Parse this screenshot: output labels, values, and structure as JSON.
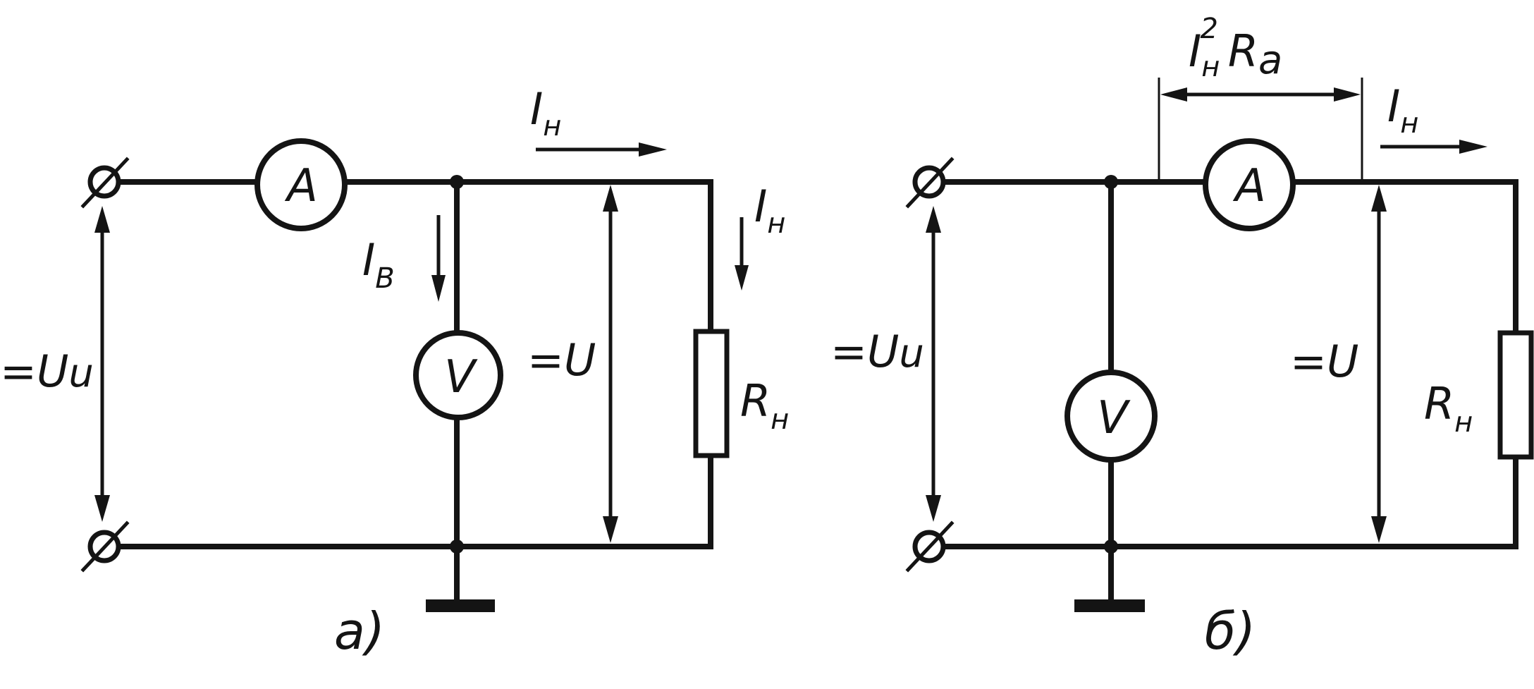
{
  "diagram_a": {
    "ammeter": "A",
    "voltmeter": "V",
    "load_current": {
      "main": "I",
      "sub": "н"
    },
    "branch_current_load": {
      "main": "I",
      "sub": "н"
    },
    "voltmeter_current": {
      "main": "I",
      "sub": "B"
    },
    "source_voltage": {
      "main": "=U",
      "sub": "u"
    },
    "load_voltage": "=U",
    "load_resistor": {
      "main": "R",
      "sub": "н"
    },
    "caption": "а)"
  },
  "diagram_b": {
    "ammeter": "A",
    "voltmeter": "V",
    "drop_label": {
      "main": "I",
      "sub": "н",
      "sup": "2",
      "r": "R",
      "r_sub": "a"
    },
    "load_current": {
      "main": "I",
      "sub": "н"
    },
    "source_voltage": {
      "main": "=U",
      "sub": "u"
    },
    "load_voltage": "=U",
    "load_resistor": {
      "main": "R",
      "sub": "н"
    },
    "caption": "б)"
  }
}
